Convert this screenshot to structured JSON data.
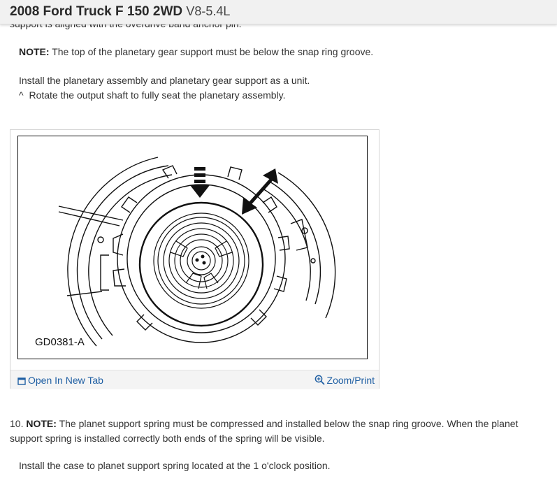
{
  "header": {
    "title": "2008 Ford Truck F 150 2WD",
    "engine": "V8-5.4L"
  },
  "content": {
    "cut_text": "support is aligned with the overdrive band anchor pin.",
    "note1_label": "NOTE:",
    "note1_text": "The top of the planetary gear support must be below the snap ring groove.",
    "install_text": "Install the planetary assembly and planetary gear support as a unit.",
    "rotate_caret": "^",
    "rotate_text": "Rotate the output shaft to fully seat the planetary assembly.",
    "step10_number": "10.",
    "step10_note_label": "NOTE:",
    "step10_line1": "The planet support spring must be compressed and installed below the snap ring groove. When the planet",
    "step10_line2": "support spring is installed correctly both ends of the spring will be visible.",
    "install_case_text": "Install the case to planet support spring located at the 1 o'clock position."
  },
  "figure": {
    "label": "GD0381-A",
    "open_link": "Open In New Tab",
    "zoom_link": "Zoom/Print",
    "open_icon": "open-in-new-tab-icon",
    "zoom_icon": "zoom-magnifier-icon",
    "link_color": "#1f5fa3"
  }
}
